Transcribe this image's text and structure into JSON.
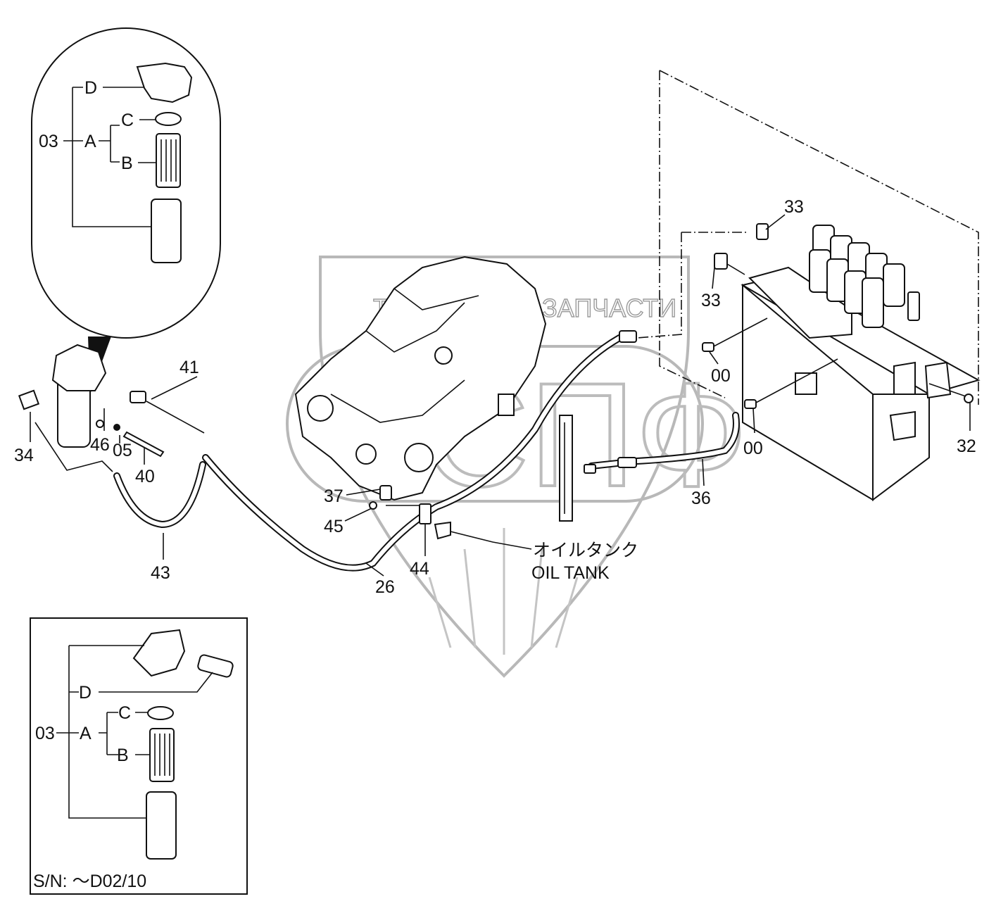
{
  "diagram": {
    "type": "exploded-parts-diagram",
    "watermark": {
      "text_left": "ТЕХНИКА",
      "text_right": "ЗАПЧАСТИ",
      "monogram": "СПФ"
    },
    "detail_callout": {
      "assembly_label": "03",
      "sub_labels": {
        "a": "A",
        "b": "B",
        "c": "C",
        "d": "D"
      }
    },
    "detail_box": {
      "assembly_label": "03",
      "sub_labels": {
        "a": "A",
        "b": "B",
        "c": "C",
        "d": "D"
      },
      "serial_note": "S/N: ～D02/10"
    },
    "part_labels": [
      {
        "id": "34",
        "text": "34"
      },
      {
        "id": "46",
        "text": "46"
      },
      {
        "id": "05",
        "text": "05"
      },
      {
        "id": "40",
        "text": "40"
      },
      {
        "id": "41",
        "text": "41"
      },
      {
        "id": "43",
        "text": "43"
      },
      {
        "id": "26",
        "text": "26"
      },
      {
        "id": "37",
        "text": "37"
      },
      {
        "id": "45",
        "text": "45"
      },
      {
        "id": "44",
        "text": "44"
      },
      {
        "id": "36",
        "text": "36"
      },
      {
        "id": "33a",
        "text": "33"
      },
      {
        "id": "33b",
        "text": "33"
      },
      {
        "id": "00a",
        "text": "00"
      },
      {
        "id": "00b",
        "text": "00"
      },
      {
        "id": "32",
        "text": "32"
      }
    ],
    "oil_tank": {
      "jp": "オイルタンク",
      "en": "OIL TANK"
    }
  }
}
